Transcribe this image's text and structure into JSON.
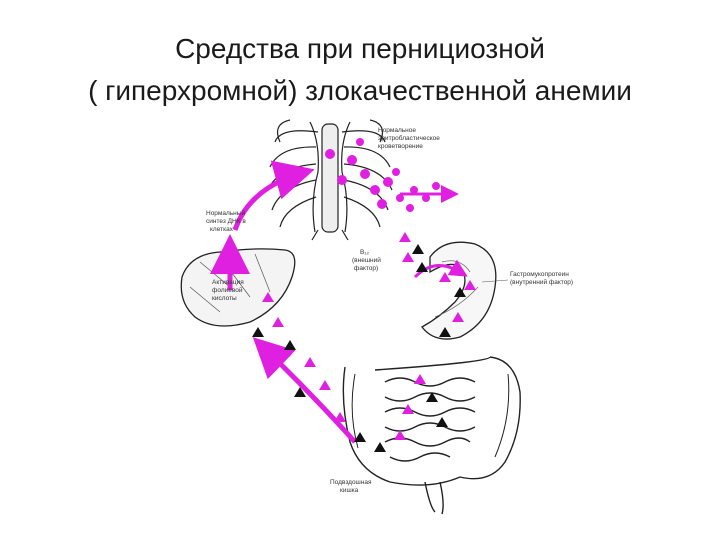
{
  "slide": {
    "title_line1": "Средства при пернициозной",
    "title_line2": "( гиперхромной) злокачественной анемии"
  },
  "labels": {
    "hematopoiesis_1": "Нормальное",
    "hematopoiesis_2": "эритробластическое",
    "hematopoiesis_3": "кроветворение",
    "dna_1": "Нормальный",
    "dna_2": "синтез ДНК в",
    "dna_3": "клетках",
    "folic_1": "Активация",
    "folic_2": "фолиевой",
    "folic_3": "кислоты",
    "b12_1": "B₁₂",
    "b12_2": "(внешний",
    "b12_3": "фактор)",
    "gastro_1": "Гастромукопротеин",
    "gastro_2": "(внутренний фактор)",
    "ileum_1": "Подвздошная",
    "ileum_2": "кишка"
  },
  "colors": {
    "accent": "#e020e0",
    "ink": "#111111"
  }
}
